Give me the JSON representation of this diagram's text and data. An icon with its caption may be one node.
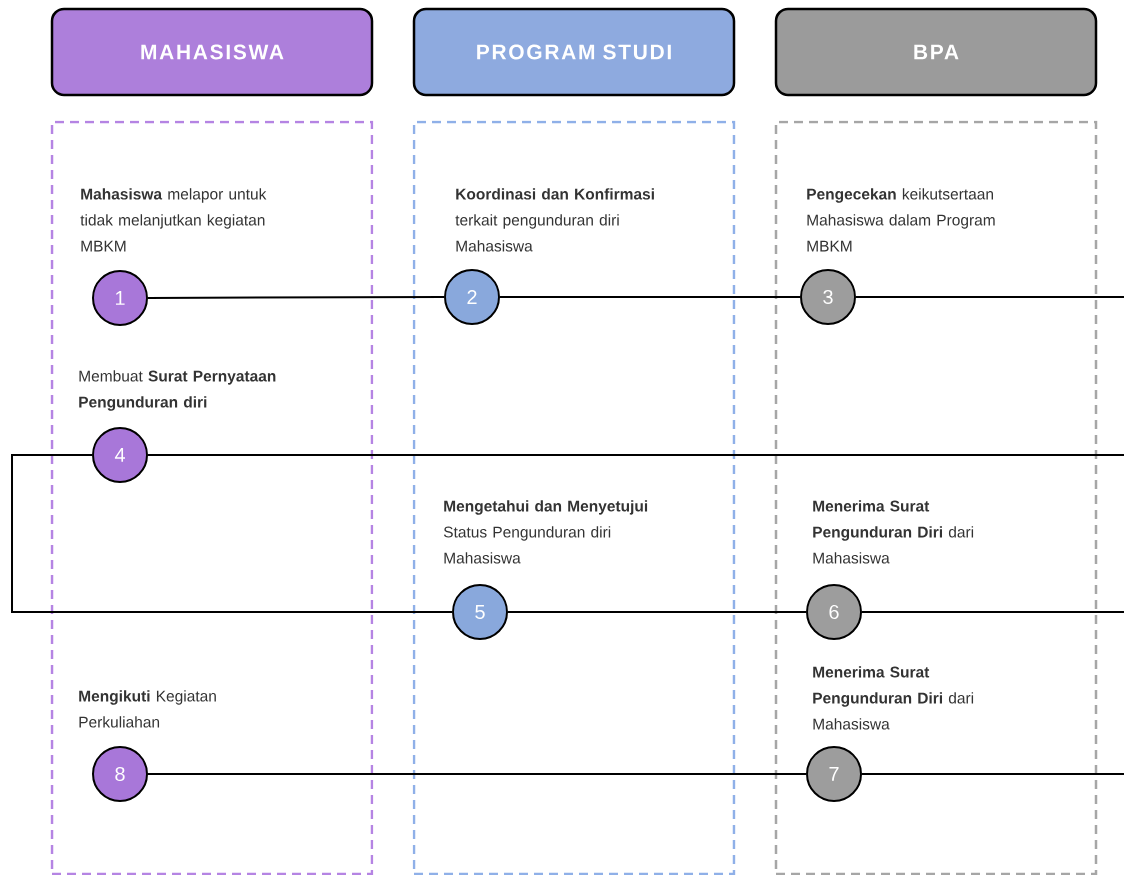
{
  "diagram": {
    "nodes": [
      {
        "text": [
          "MAHASISWA"
        ]
      },
      {
        "text": [
          "PROGRAM STUDI"
        ]
      },
      {
        "text": [
          "BPA"
        ]
      },
      {
        "text": [],
        "shape": "box"
      },
      {
        "text": [],
        "shape": "box"
      },
      {
        "text": [],
        "shape": "box"
      },
      {
        "text": [
          "1"
        ],
        "in": 3,
        "beside": [
          "**Mahasiswa** melapor untuk tidak melanjutkan kegiatan MBKM"
        ]
      },
      {
        "text": [
          "2"
        ],
        "in": 4,
        "beside": [
          "**Koordinasi dan Konfirmasi** terkait pengunduran diri Mahasiswa"
        ]
      },
      {
        "text": [
          "3"
        ],
        "in": 5,
        "beside": [
          "**Pengecekan** keikutsertaan Mahasiswa dalam Program MBKM"
        ]
      },
      {
        "text": [
          "4"
        ],
        "in": 3,
        "beside": [
          "Membuat **Surat Pernyataan Pengunduran diri**"
        ]
      },
      {
        "text": [
          "5"
        ],
        "in": 4,
        "beside": [
          "**Mengetahui dan Menyetujui** Status Pengunduran diri Mahasiswa"
        ]
      },
      {
        "text": [
          "6"
        ],
        "in": 5,
        "beside": [
          "**Menerima Surat Pengunduran Diri** dari Mahasiswa"
        ]
      },
      {
        "text": [
          "8"
        ],
        "in": 3,
        "beside": [
          "**Mengikuti** Kegiatan Perkuliahan"
        ]
      },
      {
        "text": [
          "7"
        ],
        "in": 5,
        "beside": [
          "**Menerima Surat Pengunduran Diri** dari Mahasiswa"
        ]
      }
    ],
    "edges": [
      {
        "from": 6,
        "to": 7,
        "arrow": "none"
      },
      {
        "from": 7,
        "to": 8,
        "arrow": "none"
      },
      {
        "from": 8,
        "to": null,
        "arrow": "none"
      },
      {
        "from": 9,
        "to": null,
        "arrow": "none"
      },
      {
        "from": 9,
        "to": 10,
        "arrow": "none"
      },
      {
        "from": 10,
        "to": 11,
        "arrow": "none"
      },
      {
        "from": 11,
        "to": null,
        "arrow": "none"
      },
      {
        "from": 12,
        "to": 13,
        "arrow": "none"
      },
      {
        "from": 13,
        "to": null,
        "arrow": "none"
      }
    ]
  }
}
